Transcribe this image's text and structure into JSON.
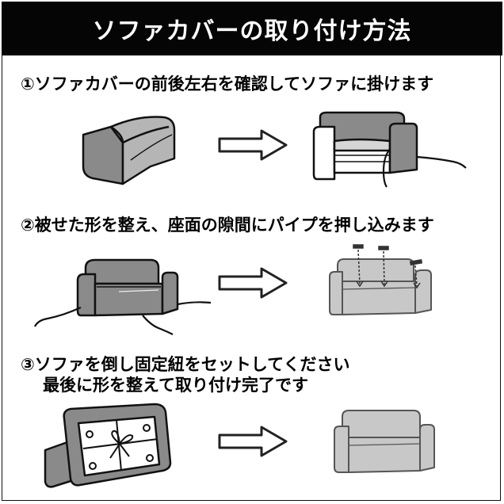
{
  "header": {
    "title": "ソファカバーの取り付け方法"
  },
  "steps": [
    {
      "title": "①ソファカバーの前後左右を確認してソファに掛けます"
    },
    {
      "title": "②被せた形を整え、座面の隙間にパイプを押し込みます"
    },
    {
      "title_line1": "③ソファを倒し固定紐をセットしてください",
      "title_line2": "最後に形を整えて取り付け完了です"
    }
  ],
  "colors": {
    "header_bg": "#050505",
    "header_text": "#ffffff",
    "sofa_fill": "#8a8a8a",
    "sofa_light": "#c8c8c8",
    "stroke": "#111111"
  },
  "icons": [
    "right-arrow-icon",
    "sofa-cover-icon",
    "sofa-icon",
    "pipe-icon",
    "string-icon"
  ]
}
